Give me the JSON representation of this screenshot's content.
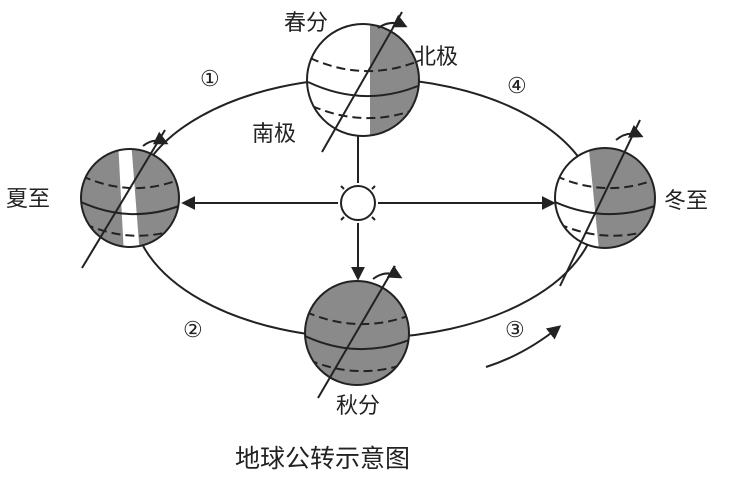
{
  "caption": "地球公转示意图",
  "positions": {
    "spring": "春分",
    "summer": "夏至",
    "autumn": "秋分",
    "winter": "冬至"
  },
  "poles": {
    "north": "北极",
    "south": "南极"
  },
  "segments": [
    "①",
    "②",
    "③",
    "④"
  ],
  "colors": {
    "ink": "#222222",
    "shade": "#8a8a8a",
    "background": "#ffffff"
  }
}
